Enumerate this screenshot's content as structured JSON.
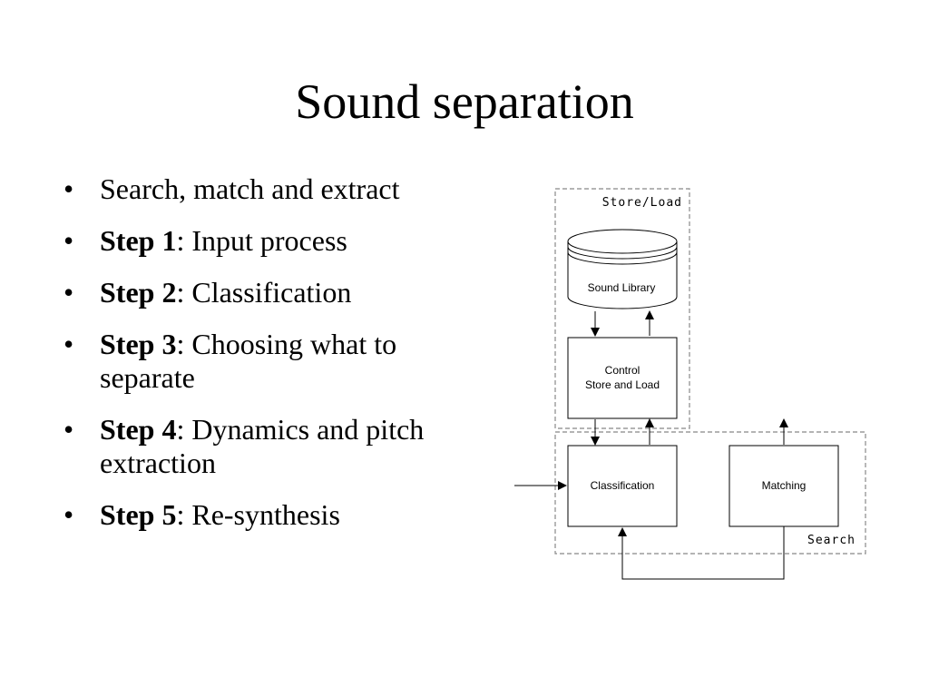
{
  "slide": {
    "title": "Sound separation"
  },
  "bullets": [
    {
      "bold": "",
      "text": "Search, match and extract"
    },
    {
      "bold": "Step 1",
      "text": ": Input process"
    },
    {
      "bold": "Step 2",
      "text": ": Classification"
    },
    {
      "bold": "Step 3",
      "text": ": Choosing what to separate"
    },
    {
      "bold": "Step 4",
      "text": ": Dynamics and pitch extraction"
    },
    {
      "bold": "Step 5",
      "text": ": Re-synthesis"
    }
  ],
  "bullet_glyph": "•",
  "diagram": {
    "groups": {
      "store_load": "Store/Load",
      "search": "Search"
    },
    "nodes": {
      "sound_library": "Sound Library",
      "control_line1": "Control",
      "control_line2": "Store and Load",
      "classification": "Classification",
      "matching": "Matching"
    }
  }
}
